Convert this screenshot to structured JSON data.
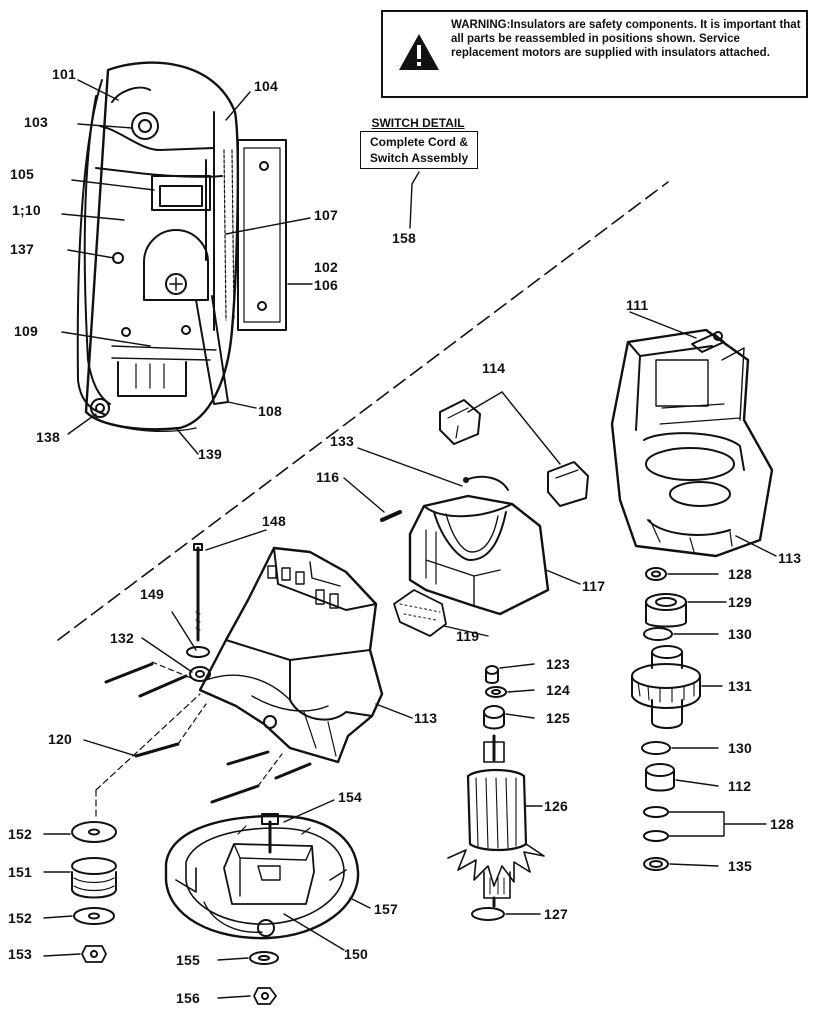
{
  "warning": {
    "text": "WARNING:Insulators are safety components.  It is important that all parts be reassembled in positions shown.  Service replacement motors are supplied with insulators attached.",
    "icon": "warning-triangle-icon"
  },
  "switch_detail": {
    "title": "SWITCH DETAIL",
    "description": "Complete Cord & Switch Assembly"
  },
  "callouts": {
    "c101": "101",
    "c103": "103",
    "c104": "104",
    "c105": "105",
    "c110": "1;10",
    "c107": "107",
    "c137": "137",
    "c102": "102",
    "c106": "106",
    "c109": "109",
    "c108": "108",
    "c138": "138",
    "c139": "139",
    "c158": "158",
    "c111": "111",
    "c114": "114",
    "c133": "133",
    "c116": "116",
    "c148": "148",
    "c117": "117",
    "c113a": "113",
    "c149": "149",
    "c132": "132",
    "c119": "119",
    "c113b": "113",
    "c128a": "128",
    "c129": "129",
    "c130a": "130",
    "c123": "123",
    "c124": "124",
    "c125": "125",
    "c131": "131",
    "c120": "120",
    "c130b": "130",
    "c112": "112",
    "c154": "154",
    "c126": "126",
    "c152a": "152",
    "c128b": "128",
    "c151": "151",
    "c135": "135",
    "c157": "157",
    "c152b": "152",
    "c127": "127",
    "c153": "153",
    "c150": "150",
    "c155": "155",
    "c156": "156"
  }
}
